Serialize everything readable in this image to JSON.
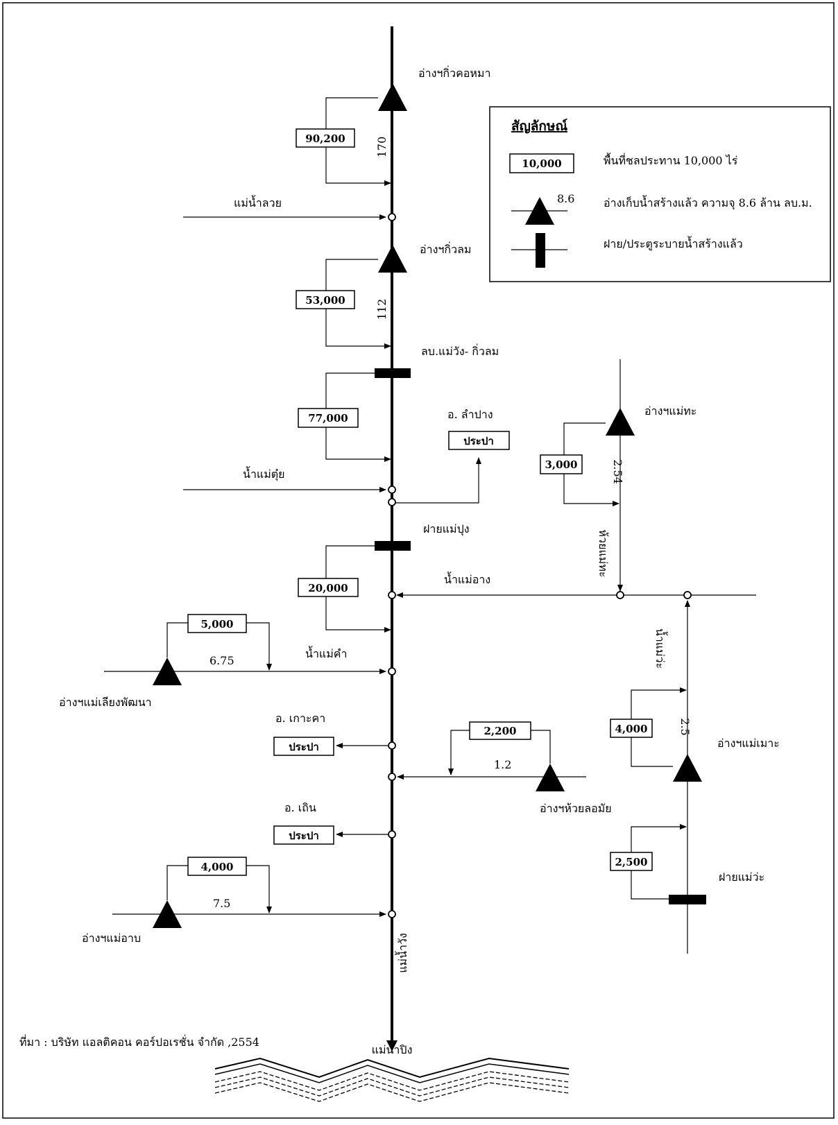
{
  "legend": {
    "title": "สัญลักษณ์",
    "box_sample": "10,000",
    "box_desc": "พื้นที่ชลประทาน 10,000 ไร่",
    "triangle_value": "8.6",
    "triangle_desc": "อ่างเก็บน้ำสร้างแล้ว ความจุ 8.6 ล้าน ลบ.ม.",
    "weir_desc": "ฝาย/ประตูระบายน้ำสร้างแล้ว"
  },
  "dams": {
    "kiw_kho_ma": "อ่างฯกิ่วคอหมา",
    "kiw_lom": "อ่างฯกิ่วลม",
    "mae_tha": "อ่างฯแม่ทะ",
    "mae_lieng": "อ่างฯแม่เลียงพัฒนา",
    "huai_lomai": "อ่างฯห้วยลอมัย",
    "mae_mo": "อ่างฯแม่เมาะ",
    "mae_arb": "อ่างฯแม่อาบ"
  },
  "weirs": {
    "kiw_lom_project": "ลบ.แม่วัง- กิ่วลม",
    "mae_pung": "ฝายแม่ปุง",
    "mae_wa": "ฝายแม่ว่ะ"
  },
  "rivers": {
    "mae_nam_luai": "แม่น้ำลวย",
    "nam_mae_tui": "น้ำแม่ตุ๋ย",
    "nam_mae_ang": "น้ำแม่อาง",
    "nam_mae_kham": "น้ำแม่คำ",
    "huai_mae_tha": "ห้วยแม่ทะ",
    "nam_mae_wa": "น้ำแม่ว่ะ",
    "mae_nam_wang": "แม่น้ำวัง",
    "mae_nam_ping": "แม่น้ำปิง"
  },
  "districts": {
    "lampang": "อ. ลำปาง",
    "ko_kha": "อ. เกาะคา",
    "thoen": "อ. เถิน",
    "water_supply": "ประปา"
  },
  "areas": {
    "a1": "90,200",
    "a2": "53,000",
    "a3": "77,000",
    "a4": "3,000",
    "a5": "20,000",
    "a6": "5,000",
    "a7": "2,200",
    "a8": "4,000",
    "a9": "4,000",
    "a10": "2,500"
  },
  "capacities": {
    "c1": "170",
    "c2": "112",
    "c3": "2.54",
    "c4": "6.75",
    "c5": "1.2",
    "c6": "2.5",
    "c7": "7.5"
  },
  "source": "ที่มา : บริษัท แอลติคอน คอร์ปอเรชั่น จำกัด ,2554"
}
